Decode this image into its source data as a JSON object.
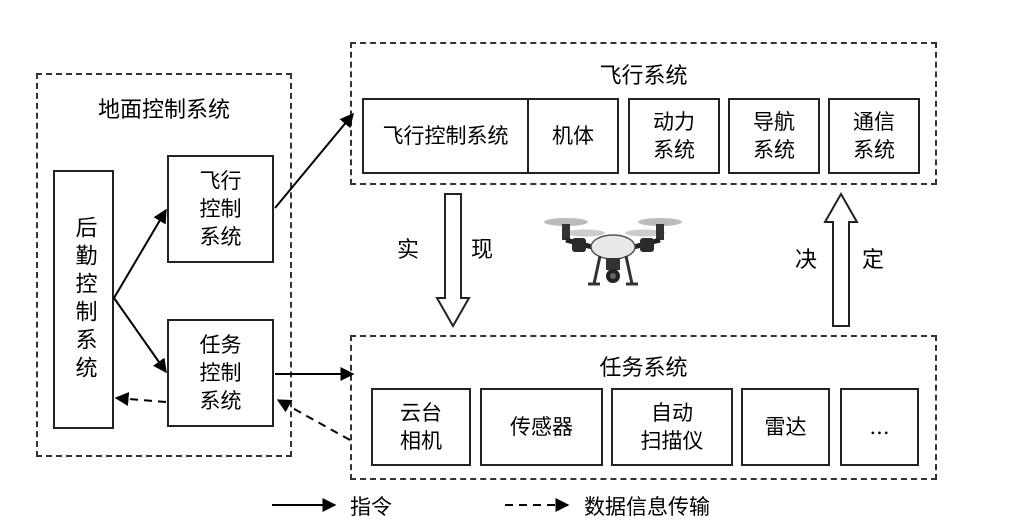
{
  "ground": {
    "title": "地面控制系统",
    "logistics": "后勤控制系统",
    "flight_ctrl": "飞行\n控制\n系统",
    "mission_ctrl": "任务\n控制\n系统"
  },
  "flight_system": {
    "title": "飞行系统",
    "items": [
      "飞行控制系统",
      "机体",
      "动力\n系统",
      "导航\n系统",
      "通信\n系统"
    ]
  },
  "mission_system": {
    "title": "任务系统",
    "items": [
      "云台\n相机",
      "传感器",
      "自动\n扫描仪",
      "雷达",
      "..."
    ]
  },
  "arrows": {
    "realize_left": "实",
    "realize_right": "现",
    "decide_left": "决",
    "decide_right": "定"
  },
  "legend": {
    "command": "指令",
    "data_transfer": "数据信息传输"
  }
}
